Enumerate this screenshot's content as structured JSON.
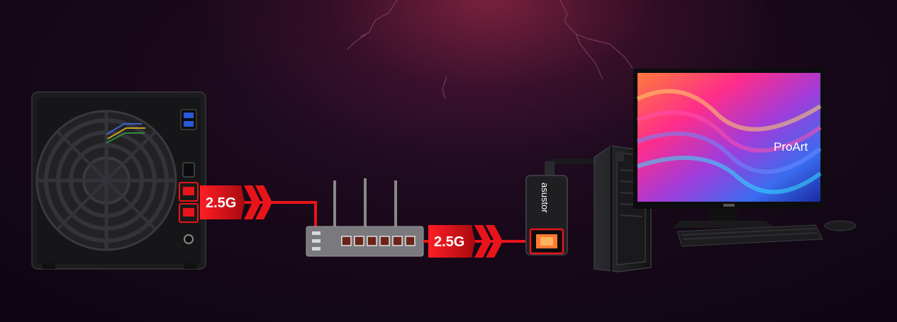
{
  "links": [
    {
      "speed": "2.5G"
    },
    {
      "speed": "2.5G"
    }
  ],
  "devices": {
    "nas": {
      "icon": "nas-drive-icon"
    },
    "router": {
      "icon": "router-icon"
    },
    "adapter": {
      "icon": "usb-ethernet-adapter-icon",
      "brand": "asustor"
    },
    "monitor": {
      "icon": "monitor-icon",
      "brand": "ProArt"
    },
    "pc": {
      "icon": "desktop-pc-icon"
    }
  },
  "colors": {
    "link_red": "#d8141a",
    "background": "#170818",
    "router_body": "#7a7a7e"
  }
}
